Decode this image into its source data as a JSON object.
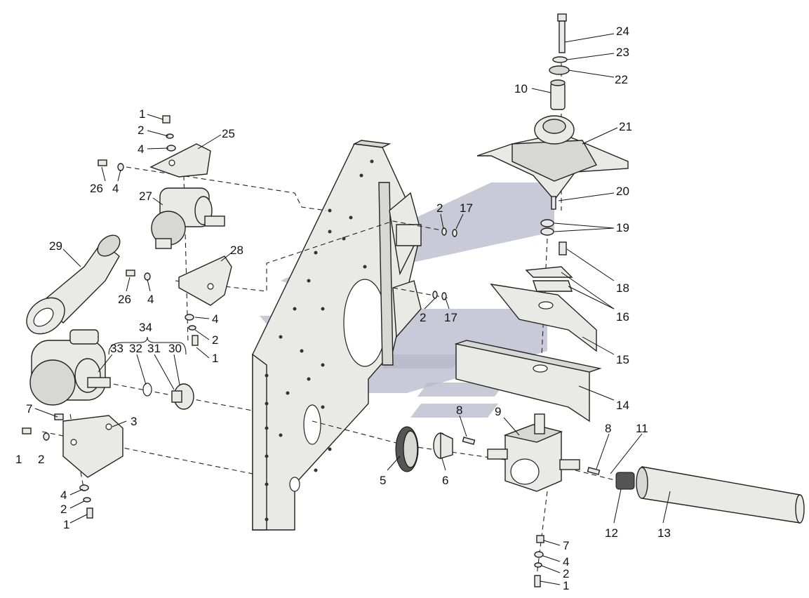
{
  "labels": [
    {
      "id": "p1a",
      "text": "1"
    },
    {
      "id": "p2a",
      "text": "2"
    },
    {
      "id": "p4a",
      "text": "4"
    },
    {
      "id": "p25",
      "text": "25"
    },
    {
      "id": "p26a",
      "text": "26"
    },
    {
      "id": "p4b",
      "text": "4"
    },
    {
      "id": "p27",
      "text": "27"
    },
    {
      "id": "p29",
      "text": "29"
    },
    {
      "id": "p28",
      "text": "28"
    },
    {
      "id": "p26b",
      "text": "26"
    },
    {
      "id": "p4c",
      "text": "4"
    },
    {
      "id": "p4d",
      "text": "4"
    },
    {
      "id": "p2b",
      "text": "2"
    },
    {
      "id": "p1b",
      "text": "1"
    },
    {
      "id": "p34",
      "text": "34"
    },
    {
      "id": "p33",
      "text": "33"
    },
    {
      "id": "p32",
      "text": "32"
    },
    {
      "id": "p31",
      "text": "31"
    },
    {
      "id": "p30",
      "text": "30"
    },
    {
      "id": "p7a",
      "text": "7"
    },
    {
      "id": "p3",
      "text": "3"
    },
    {
      "id": "p1c",
      "text": "1"
    },
    {
      "id": "p2c",
      "text": "2"
    },
    {
      "id": "p4e",
      "text": "4"
    },
    {
      "id": "p2d",
      "text": "2"
    },
    {
      "id": "p1d",
      "text": "1"
    },
    {
      "id": "p24",
      "text": "24"
    },
    {
      "id": "p23",
      "text": "23"
    },
    {
      "id": "p22",
      "text": "22"
    },
    {
      "id": "p10",
      "text": "10"
    },
    {
      "id": "p21",
      "text": "21"
    },
    {
      "id": "p20",
      "text": "20"
    },
    {
      "id": "p2e",
      "text": "2"
    },
    {
      "id": "p17a",
      "text": "17"
    },
    {
      "id": "p19",
      "text": "19"
    },
    {
      "id": "p18",
      "text": "18"
    },
    {
      "id": "p2f",
      "text": "2"
    },
    {
      "id": "p17b",
      "text": "17"
    },
    {
      "id": "p16",
      "text": "16"
    },
    {
      "id": "p15",
      "text": "15"
    },
    {
      "id": "p14",
      "text": "14"
    },
    {
      "id": "p8a",
      "text": "8"
    },
    {
      "id": "p9",
      "text": "9"
    },
    {
      "id": "p8b",
      "text": "8"
    },
    {
      "id": "p11",
      "text": "11"
    },
    {
      "id": "p5",
      "text": "5"
    },
    {
      "id": "p6",
      "text": "6"
    },
    {
      "id": "p12",
      "text": "12"
    },
    {
      "id": "p13",
      "text": "13"
    },
    {
      "id": "p7b",
      "text": "7"
    },
    {
      "id": "p4f",
      "text": "4"
    },
    {
      "id": "p2g",
      "text": "2"
    },
    {
      "id": "p1e",
      "text": "1"
    }
  ]
}
